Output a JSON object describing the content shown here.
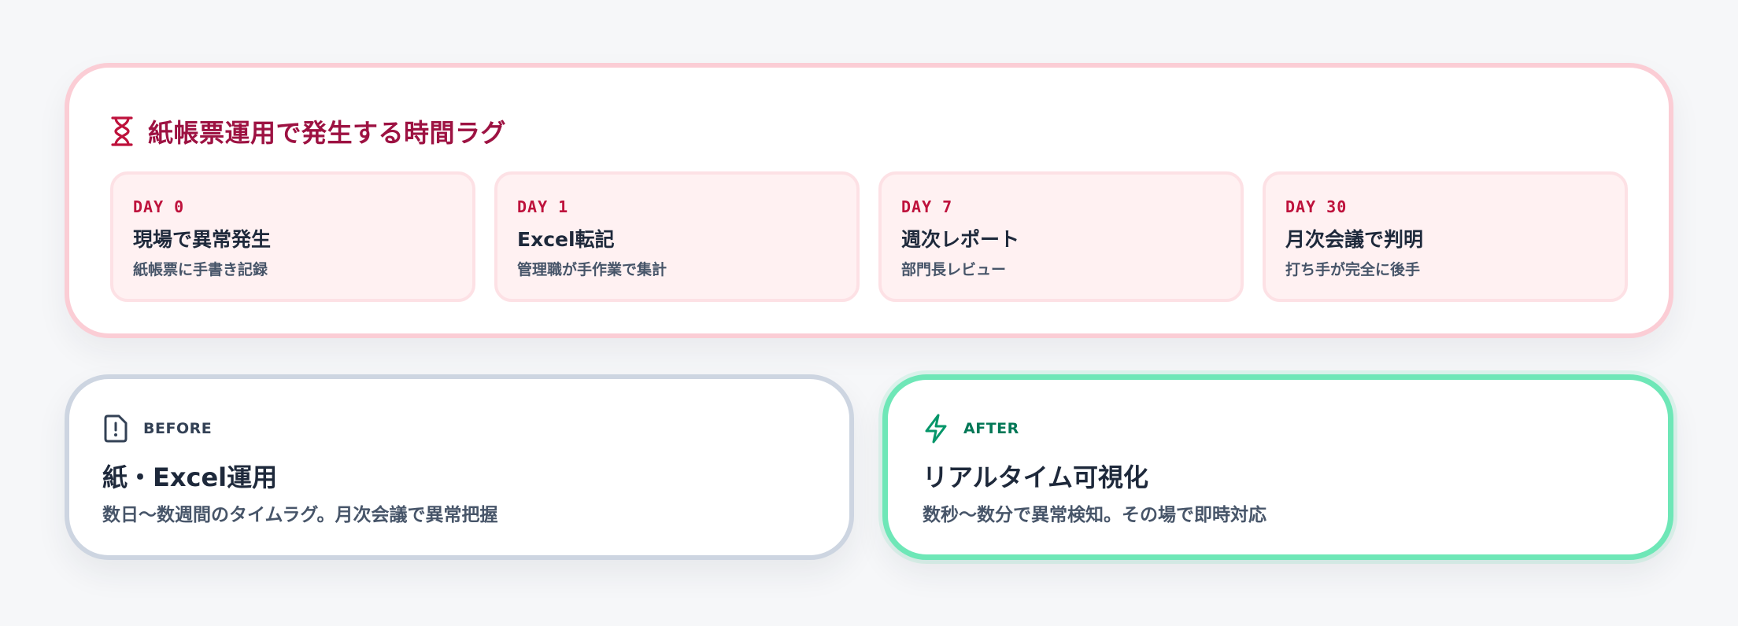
{
  "lag": {
    "icon": "hourglass-icon",
    "title": "紙帳票運用で発生する時間ラグ",
    "steps": [
      {
        "day": "DAY 0",
        "title": "現場で異常発生",
        "desc": "紙帳票に手書き記録"
      },
      {
        "day": "DAY 1",
        "title": "Excel転記",
        "desc": "管理職が手作業で集計"
      },
      {
        "day": "DAY 7",
        "title": "週次レポート",
        "desc": "部門長レビュー"
      },
      {
        "day": "DAY 30",
        "title": "月次会議で判明",
        "desc": "打ち手が完全に後手"
      }
    ]
  },
  "before": {
    "icon": "document-alert-icon",
    "tag": "BEFORE",
    "heading": "紙・Excel運用",
    "desc": "数日〜数週間のタイムラグ。月次会議で異常把握"
  },
  "after": {
    "icon": "lightning-icon",
    "tag": "AFTER",
    "heading": "リアルタイム可視化",
    "desc": "数秒〜数分で異常検知。その場で即時対応"
  },
  "colors": {
    "lag_border": "#fbcdd5",
    "lag_accent": "#9d1242",
    "step_bg": "#fff1f2",
    "before_border": "#cdd5e1",
    "after_border": "#6ee7b7",
    "after_accent": "#047857"
  }
}
